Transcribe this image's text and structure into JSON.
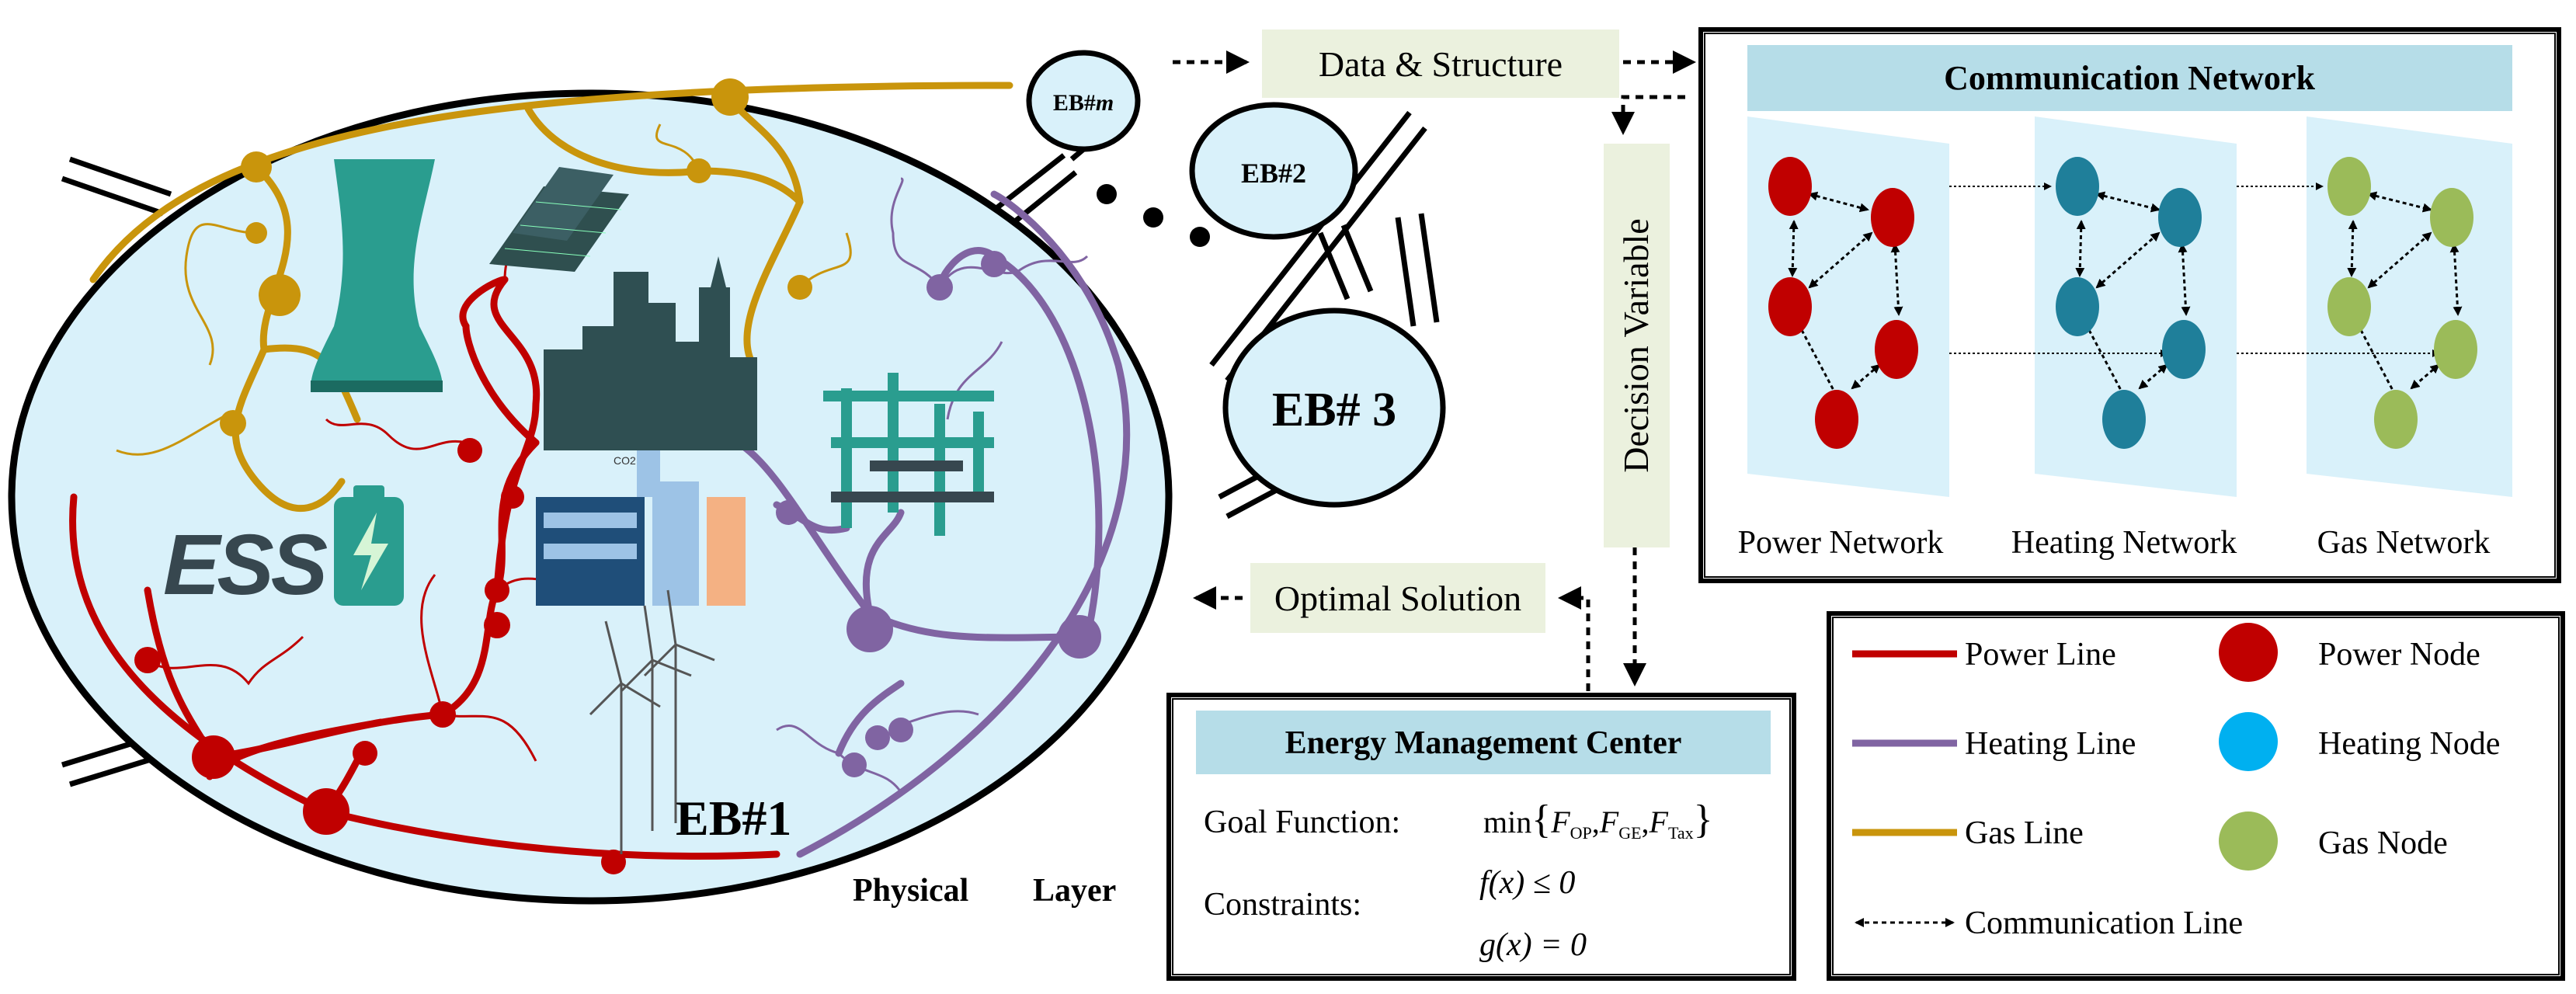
{
  "physical": {
    "ess_label": "ESS",
    "co2_label": "CO2",
    "eb1": "EB#1",
    "eb2": "EB#2",
    "eb3": "EB# 3",
    "ebm_prefix": "EB#",
    "ebm_suffix": "m",
    "layer_word1": "Physical",
    "layer_word2": "Layer"
  },
  "flow": {
    "data_structure": "Data & Structure",
    "decision_variable": "Decision Variable",
    "optimal_solution": "Optimal Solution"
  },
  "comm": {
    "title": "Communication Network",
    "power": "Power Network",
    "heating": "Heating Network",
    "gas": "Gas Network"
  },
  "emc": {
    "title": "Energy Management Center",
    "goal_label": "Goal Function:",
    "goal_min": "min",
    "goal_f1_sub": "OP",
    "goal_f2_sub": "GE",
    "goal_f3_sub": "Tax",
    "constraints_label": "Constraints:",
    "c1": "f(x) ≤ 0",
    "c2": "g(x) = 0"
  },
  "legend": {
    "power_line": "Power Line",
    "heating_line": "Heating Line",
    "gas_line": "Gas Line",
    "power_node": "Power Node",
    "heating_node": "Heating Node",
    "gas_node": "Gas Node",
    "comm_line": "Communication Line"
  },
  "colors": {
    "power": "#c00000",
    "heating": "#8064a2",
    "gas": "#c9950c",
    "power_node": "#c00000",
    "heating_node": "#00b0f0",
    "gas_node": "#9bbb59",
    "comm_heating_node": "#1f7f9a",
    "ellipse_fill": "#d9f1fa",
    "box_fill": "#b6dde8",
    "label_fill": "#ebf1de"
  }
}
